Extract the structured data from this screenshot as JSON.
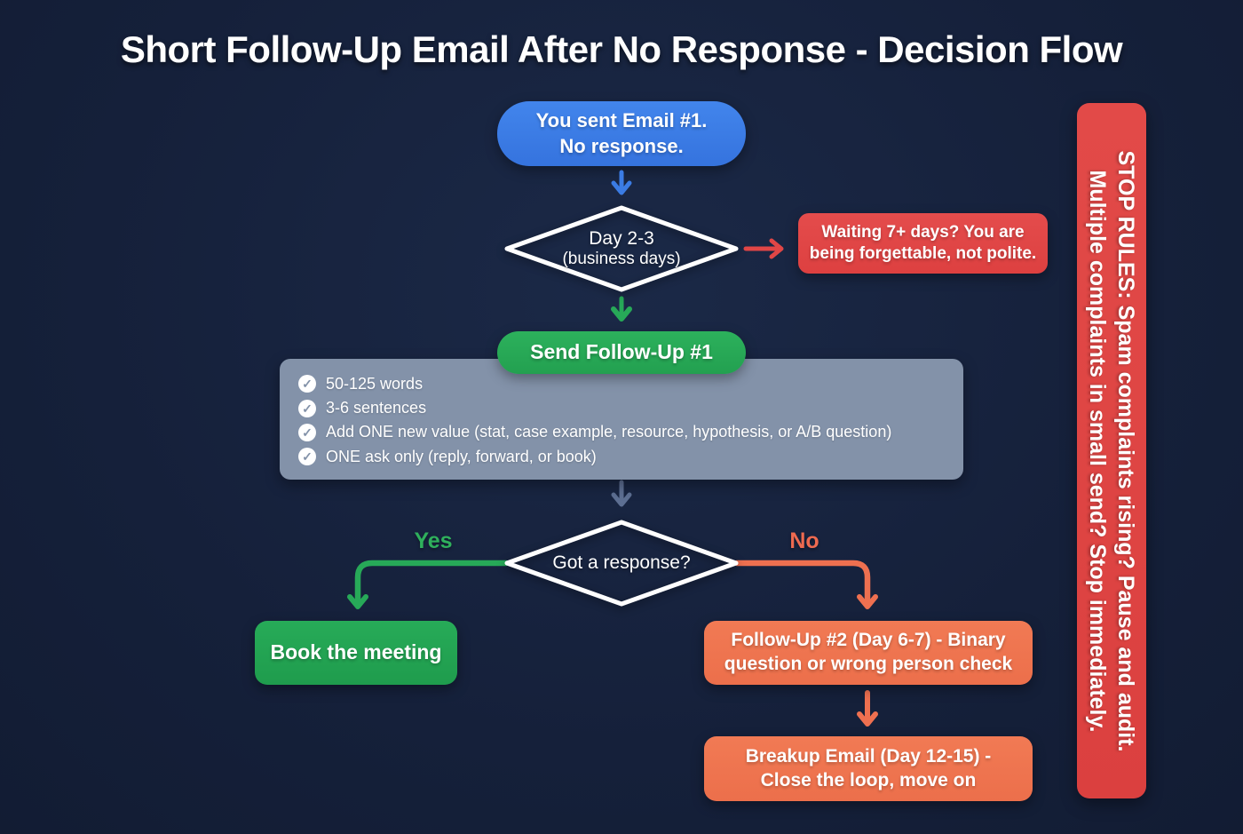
{
  "title": "Short Follow-Up Email After No Response - Decision Flow",
  "flow": {
    "start": {
      "line1": "You sent Email #1.",
      "line2": "No response."
    },
    "timing_decision": {
      "line1": "Day 2-3",
      "line2": "(business days)"
    },
    "warning": {
      "line1": "Waiting 7+ days? You are",
      "line2": "being forgettable, not polite."
    },
    "send_followup1": {
      "label": "Send Follow-Up #1"
    },
    "checklist": {
      "icon": "✓",
      "items": [
        "50-125 words",
        "3-6 sentences",
        "Add ONE new value (stat, case example, resource, hypothesis, or A/B question)",
        "ONE ask only (reply, forward, or book)"
      ]
    },
    "response_decision": {
      "label": "Got a response?"
    },
    "yes_label": "Yes",
    "no_label": "No",
    "book_meeting": {
      "label": "Book the meeting"
    },
    "followup2": {
      "line1": "Follow-Up #2 (Day 6-7) - Binary",
      "line2": "question or wrong person check"
    },
    "breakup": {
      "line1": "Breakup Email (Day 12-15) -",
      "line2": "Close the loop, move on"
    }
  },
  "stop_rules_banner": {
    "line1": "STOP RULES: Spam complaints rising? Pause and audit.",
    "line2": "Multiple complaints in small send? Stop immediately."
  },
  "colors": {
    "bg": "#15203a",
    "blue": "#3b7ce4",
    "red": "#e14646",
    "green": "#27a958",
    "slate": "#5d6f92",
    "panel": "#8392a9",
    "orange": "#ee7050",
    "yes": "#2fb05c",
    "no": "#ee6a50"
  }
}
